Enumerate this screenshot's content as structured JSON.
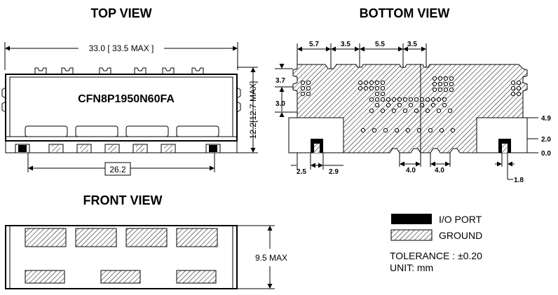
{
  "titles": {
    "top": "TOP VIEW",
    "bottom": "BOTTOM VIEW",
    "front": "FRONT VIEW"
  },
  "top_view": {
    "part_number": "CFN8P1950N60FA",
    "width_label": "33.0 [ 33.5 MAX ]",
    "height_label": "12.2[12.7 MAX]",
    "pitch_label": "26.2"
  },
  "bottom_view": {
    "top_dims": [
      "5.7",
      "3.5",
      "5.5",
      "3.5"
    ],
    "left_dims": [
      "3.7",
      "3.0"
    ],
    "right_dims": [
      "4.9",
      "2.0",
      "0.0"
    ],
    "bottom_dims": [
      "2.5",
      "2.9",
      "4.0",
      "4.0",
      "1.8"
    ]
  },
  "front_view": {
    "height_label": "9.5 MAX"
  },
  "legend": {
    "io_port": "I/O PORT",
    "ground": "GROUND",
    "tolerance": "TOLERANCE : ±0.20",
    "unit": "UNIT:  mm"
  },
  "colors": {
    "ink": "#000000",
    "paper": "#ffffff"
  }
}
